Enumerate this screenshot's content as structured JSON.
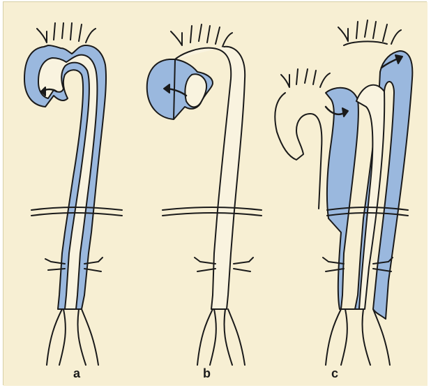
{
  "colors": {
    "background": "#f7efd3",
    "lumen": "#f9f3df",
    "false_lumen": "#9ab8de",
    "outline": "#1a1a1a"
  },
  "panels": [
    {
      "id": "a",
      "label": "a"
    },
    {
      "id": "b",
      "label": "b"
    },
    {
      "id": "c",
      "label": "c"
    }
  ]
}
